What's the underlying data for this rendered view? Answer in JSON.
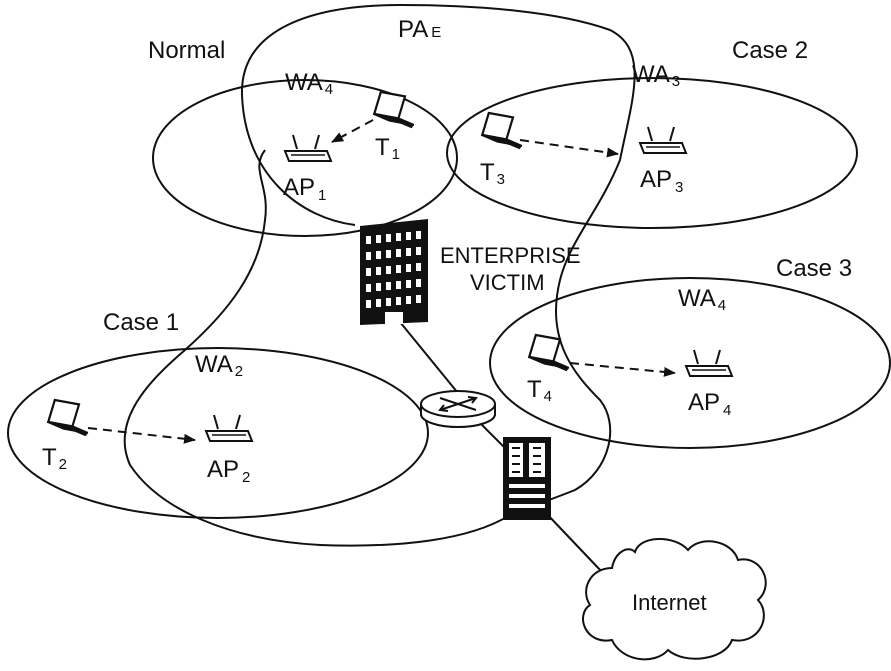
{
  "colors": {
    "ink": "#111111",
    "paper": "#ffffff",
    "building_window": "#ffffff",
    "cloud_fill": "#ffffff"
  },
  "regions": {
    "perimeter": {
      "label": "PA",
      "sub": "E"
    },
    "normal": {
      "case_label": "Normal",
      "area_label": "WA",
      "area_sub": "4"
    },
    "case2": {
      "case_label": "Case 2",
      "area_label": "WA",
      "area_sub": "3"
    },
    "case1": {
      "case_label": "Case 1",
      "area_label": "WA",
      "area_sub": "2"
    },
    "case3": {
      "case_label": "Case 3",
      "area_label": "WA",
      "area_sub": "4"
    }
  },
  "terminals": [
    {
      "label": "T",
      "sub": "1",
      "icon": "laptop-icon"
    },
    {
      "label": "T",
      "sub": "2",
      "icon": "laptop-icon"
    },
    {
      "label": "T",
      "sub": "3",
      "icon": "laptop-icon"
    },
    {
      "label": "T",
      "sub": "4",
      "icon": "laptop-icon"
    }
  ],
  "access_points": [
    {
      "label": "AP",
      "sub": "1",
      "icon": "access-point-icon"
    },
    {
      "label": "AP",
      "sub": "2",
      "icon": "access-point-icon"
    },
    {
      "label": "AP",
      "sub": "3",
      "icon": "access-point-icon"
    },
    {
      "label": "AP",
      "sub": "4",
      "icon": "access-point-icon"
    }
  ],
  "enterprise": {
    "line1": "ENTERPRISE",
    "line2": "VICTIM",
    "icon": "office-building-icon"
  },
  "network": {
    "router_icon": "router-icon",
    "server_icon": "server-rack-icon",
    "internet_label": "Internet",
    "cloud_icon": "cloud-icon"
  }
}
